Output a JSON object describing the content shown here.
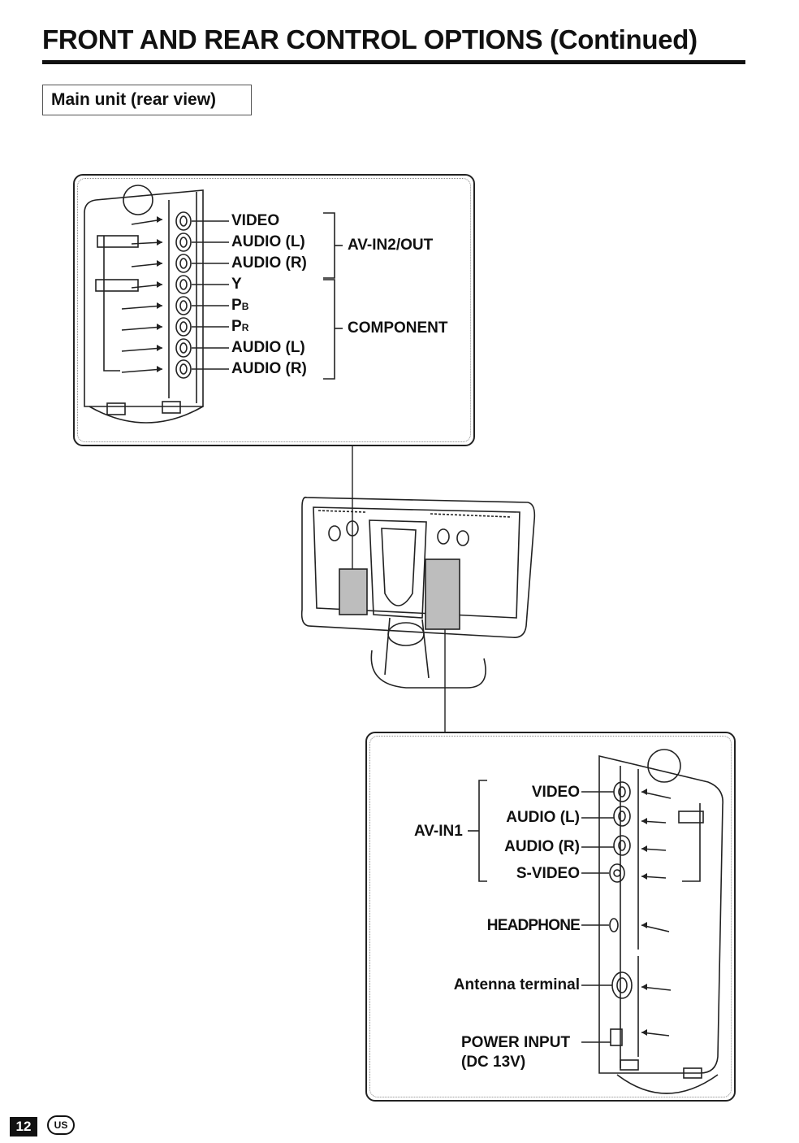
{
  "header": {
    "title": "FRONT AND REAR CONTROL OPTIONS (Continued)",
    "section_label": "Main unit (rear view)"
  },
  "top_panel": {
    "jacks": [
      {
        "label": "VIDEO"
      },
      {
        "label": "AUDIO (L)"
      },
      {
        "label": "AUDIO (R)"
      },
      {
        "label": "Y"
      },
      {
        "label": "P",
        "sub": "B"
      },
      {
        "label": "P",
        "sub": "R"
      },
      {
        "label": "AUDIO (L)"
      },
      {
        "label": "AUDIO (R)"
      }
    ],
    "groups": {
      "av_in2": "AV-IN2/OUT",
      "component": "COMPONENT"
    }
  },
  "bottom_panel": {
    "group_label": "AV-IN1",
    "jacks": [
      {
        "label": "VIDEO"
      },
      {
        "label": "AUDIO (L)"
      },
      {
        "label": "AUDIO (R)"
      },
      {
        "label": "S-VIDEO"
      }
    ],
    "headphone": "HEADPHONE",
    "antenna": "Antenna terminal",
    "power": "POWER INPUT",
    "power_sub": "(DC 13V)"
  },
  "footer": {
    "page_number": "12",
    "region": "US"
  }
}
